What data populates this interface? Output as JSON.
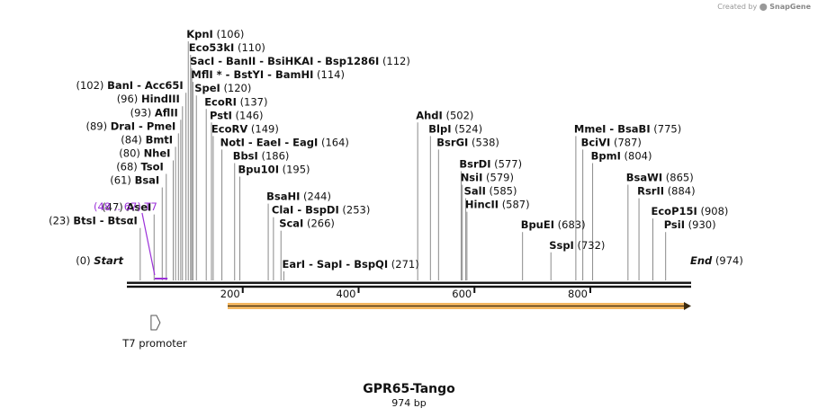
{
  "credit": {
    "prefix": "Created by",
    "brand": "SnapGene"
  },
  "map": {
    "title": "GPR65-Tango",
    "length_label": "974 bp",
    "length": 974,
    "axis_ticks": [
      {
        "pos": 200,
        "label": "200"
      },
      {
        "pos": 400,
        "label": "400"
      },
      {
        "pos": 600,
        "label": "600"
      },
      {
        "pos": 800,
        "label": "800"
      }
    ],
    "sites": [
      {
        "pos": 106,
        "row": 0,
        "parts": [
          "KpnI"
        ],
        "num": "(106)",
        "side": "right"
      },
      {
        "pos": 110,
        "row": 1,
        "parts": [
          "Eco53kI"
        ],
        "num": "(110)",
        "side": "right"
      },
      {
        "pos": 112,
        "row": 2,
        "parts": [
          "SacI",
          "BanII",
          "BsiHKAI",
          "Bsp1286I"
        ],
        "num": "(112)",
        "side": "right"
      },
      {
        "pos": 114,
        "row": 3,
        "parts": [
          "MflI *",
          "BstYI",
          "BamHI"
        ],
        "num": "(114)",
        "side": "right"
      },
      {
        "pos": 120,
        "row": 4,
        "parts": [
          "SpeI"
        ],
        "num": "(120)",
        "side": "right"
      },
      {
        "pos": 137,
        "row": 5,
        "parts": [
          "EcoRI"
        ],
        "num": "(137)",
        "side": "right"
      },
      {
        "pos": 146,
        "row": 6,
        "parts": [
          "PstI"
        ],
        "num": "(146)",
        "side": "right"
      },
      {
        "pos": 149,
        "row": 7,
        "parts": [
          "EcoRV"
        ],
        "num": "(149)",
        "side": "right"
      },
      {
        "pos": 164,
        "row": 8,
        "parts": [
          "NotI",
          "EaeI",
          "EagI"
        ],
        "num": "(164)",
        "side": "right"
      },
      {
        "pos": 186,
        "row": 9,
        "parts": [
          "BbsI"
        ],
        "num": "(186)",
        "side": "right"
      },
      {
        "pos": 195,
        "row": 10,
        "parts": [
          "Bpu10I"
        ],
        "num": "(195)",
        "side": "right"
      },
      {
        "pos": 244,
        "row": 12,
        "parts": [
          "BsaHI"
        ],
        "num": "(244)",
        "side": "right"
      },
      {
        "pos": 253,
        "row": 13,
        "parts": [
          "ClaI",
          "BspDI"
        ],
        "num": "(253)",
        "side": "right"
      },
      {
        "pos": 266,
        "row": 14,
        "parts": [
          "ScaI"
        ],
        "num": "(266)",
        "side": "right"
      },
      {
        "pos": 271,
        "row": 17,
        "parts": [
          "EarI",
          "SapI",
          "BspQI"
        ],
        "num": "(271)",
        "side": "right"
      },
      {
        "pos": 102,
        "row": 3.8,
        "parts": [
          "BanI",
          "Acc65I"
        ],
        "num": "(102)",
        "side": "left"
      },
      {
        "pos": 96,
        "row": 4.8,
        "parts": [
          "HindIII"
        ],
        "num": "(96)",
        "side": "left"
      },
      {
        "pos": 93,
        "row": 5.8,
        "parts": [
          "AflII"
        ],
        "num": "(93)",
        "side": "left"
      },
      {
        "pos": 89,
        "row": 6.8,
        "parts": [
          "DraI",
          "PmeI"
        ],
        "num": "(89)",
        "side": "left"
      },
      {
        "pos": 84,
        "row": 7.8,
        "parts": [
          "BmtI"
        ],
        "num": "(84)",
        "side": "left"
      },
      {
        "pos": 80,
        "row": 8.8,
        "parts": [
          "NheI"
        ],
        "num": "(80)",
        "side": "left"
      },
      {
        "pos": 68,
        "row": 9.8,
        "parts": [
          "TsoI"
        ],
        "num": "(68)",
        "side": "left"
      },
      {
        "pos": 61,
        "row": 10.8,
        "parts": [
          "BsaI"
        ],
        "num": "(61)",
        "side": "left"
      },
      {
        "pos": 47,
        "row": 12.8,
        "parts": [
          "AseI"
        ],
        "num": "(47)",
        "side": "left"
      },
      {
        "pos": 23,
        "row": 13.8,
        "parts": [
          "BtsI",
          "BtsαI"
        ],
        "num": "(23)",
        "side": "left"
      },
      {
        "pos": 502,
        "row": 6,
        "parts": [
          "AhdI"
        ],
        "num": "(502)",
        "side": "right"
      },
      {
        "pos": 524,
        "row": 7,
        "parts": [
          "BlpI"
        ],
        "num": "(524)",
        "side": "right"
      },
      {
        "pos": 538,
        "row": 8,
        "parts": [
          "BsrGI"
        ],
        "num": "(538)",
        "side": "right"
      },
      {
        "pos": 577,
        "row": 9.6,
        "parts": [
          "BsrDI"
        ],
        "num": "(577)",
        "side": "right"
      },
      {
        "pos": 579,
        "row": 10.6,
        "parts": [
          "NsiI"
        ],
        "num": "(579)",
        "side": "right"
      },
      {
        "pos": 585,
        "row": 11.6,
        "parts": [
          "SalI"
        ],
        "num": "(585)",
        "side": "right"
      },
      {
        "pos": 587,
        "row": 12.6,
        "parts": [
          "HincII"
        ],
        "num": "(587)",
        "side": "right"
      },
      {
        "pos": 683,
        "row": 14.1,
        "parts": [
          "BpuEI"
        ],
        "num": "(683)",
        "side": "right"
      },
      {
        "pos": 732,
        "row": 15.6,
        "parts": [
          "SspI"
        ],
        "num": "(732)",
        "side": "right"
      },
      {
        "pos": 775,
        "row": 7,
        "parts": [
          "MmeI",
          "BsaBI"
        ],
        "num": "(775)",
        "side": "right"
      },
      {
        "pos": 787,
        "row": 8,
        "parts": [
          "BciVI"
        ],
        "num": "(787)",
        "side": "right"
      },
      {
        "pos": 804,
        "row": 9,
        "parts": [
          "BpmI"
        ],
        "num": "(804)",
        "side": "right"
      },
      {
        "pos": 865,
        "row": 10.6,
        "parts": [
          "BsaWI"
        ],
        "num": "(865)",
        "side": "right"
      },
      {
        "pos": 884,
        "row": 11.6,
        "parts": [
          "RsrII"
        ],
        "num": "(884)",
        "side": "right"
      },
      {
        "pos": 908,
        "row": 13.1,
        "parts": [
          "EcoP15I"
        ],
        "num": "(908)",
        "side": "right"
      },
      {
        "pos": 930,
        "row": 14.1,
        "parts": [
          "PsiI"
        ],
        "num": "(930)",
        "side": "right"
      }
    ],
    "start": {
      "num": "(0)",
      "label": "Start"
    },
    "end": {
      "label": "End",
      "num": "(974)"
    },
    "primer": {
      "range": "(48 .. 67)",
      "name": "T7",
      "start": 48,
      "end": 67,
      "color": "#9b30d9"
    },
    "features": [
      {
        "name": "T7 promoter",
        "start": 48,
        "end": 67,
        "direction": "forward",
        "color": "#ffffff"
      },
      {
        "name": "orf",
        "start": 174,
        "end": 974,
        "direction": "forward",
        "color": "#f3b760"
      }
    ]
  }
}
